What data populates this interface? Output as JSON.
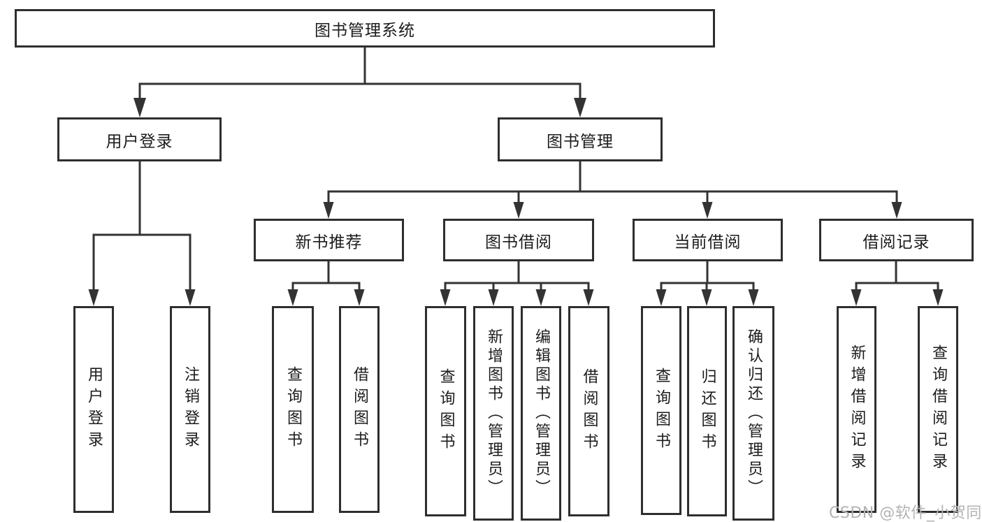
{
  "tree": {
    "label": "图书管理系统",
    "children": [
      {
        "label": "用户登录",
        "children": [
          {
            "label": "用户登录"
          },
          {
            "label": "注销登录"
          }
        ]
      },
      {
        "label": "图书管理",
        "children": [
          {
            "label": "新书推荐",
            "children": [
              {
                "label": "查询图书"
              },
              {
                "label": "借阅图书"
              }
            ]
          },
          {
            "label": "图书借阅",
            "children": [
              {
                "label": "查询图书"
              },
              {
                "label": "新增图书（管理员）"
              },
              {
                "label": "编辑图书（管理员）"
              },
              {
                "label": "借阅图书"
              }
            ]
          },
          {
            "label": "当前借阅",
            "children": [
              {
                "label": "查询图书"
              },
              {
                "label": "归还图书"
              },
              {
                "label": "确认归还（管理员）"
              }
            ]
          },
          {
            "label": "借阅记录",
            "children": [
              {
                "label": "新增借阅记录"
              },
              {
                "label": "查询借阅记录"
              }
            ]
          }
        ]
      }
    ]
  },
  "watermark": {
    "text": "CSDN @软件_小贺同学"
  },
  "colors": {
    "line": "#333333",
    "box_border": "#2e2e2e",
    "text": "#1c1c1c",
    "watermark": "#b3b3b3",
    "background": "#ffffff"
  }
}
